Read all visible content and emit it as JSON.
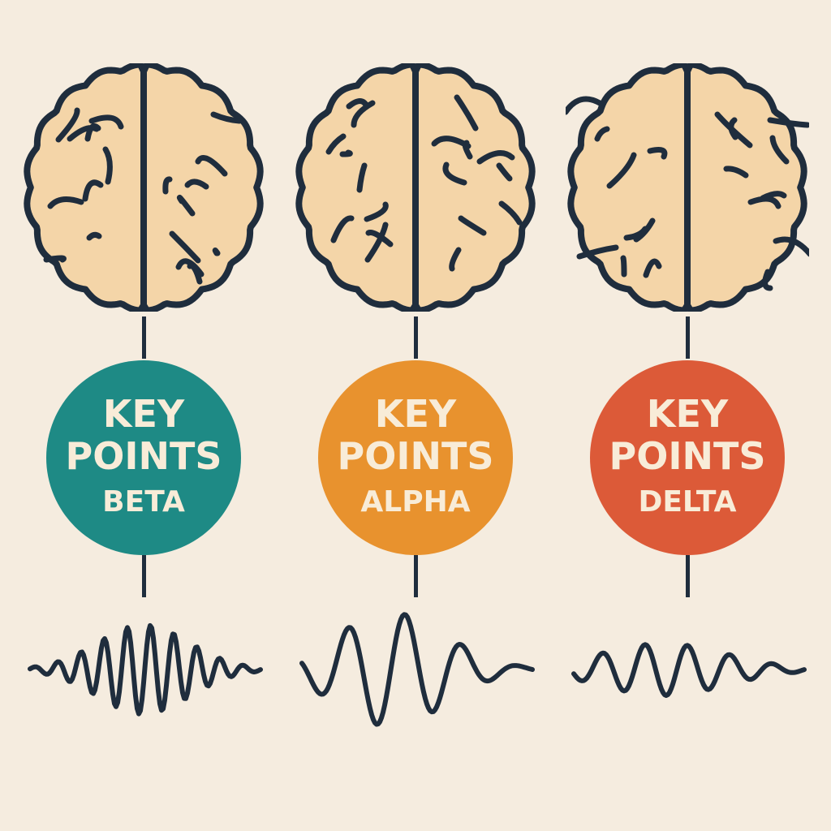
{
  "colors": {
    "background": "#f5ecdf",
    "brain_fill": "#f4d5a8",
    "outline": "#1f2d3d",
    "text": "#f8ecd8"
  },
  "panels": [
    {
      "line1": "KEY",
      "line2": "POINTS",
      "wave_name": "BETA",
      "color": "#1e8a85"
    },
    {
      "line1": "KEY",
      "line2": "POINTS",
      "wave_name": "ALPHA",
      "color": "#e8922e"
    },
    {
      "line1": "KEY",
      "line2": "POINTS",
      "wave_name": "DELTA",
      "color": "#dc5a38"
    }
  ]
}
